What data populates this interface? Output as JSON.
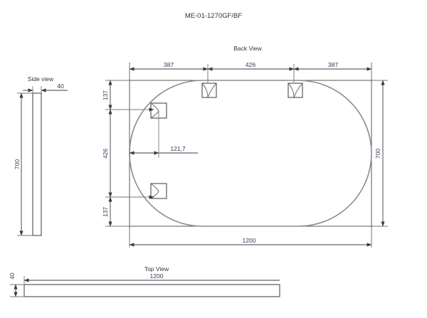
{
  "document": {
    "title": "ME-01-1270GF/BF"
  },
  "views": {
    "side": {
      "label": "Side view",
      "thickness": "40",
      "height": "700"
    },
    "back": {
      "label": "Back View",
      "top_segments": [
        "387",
        "426",
        "387"
      ],
      "left_segments": [
        "137",
        "426",
        "137"
      ],
      "bracket_offset": "121,7",
      "overall_width": "1200",
      "overall_height": "700"
    },
    "top": {
      "label": "Top View",
      "length": "1200",
      "thickness": "40"
    }
  },
  "colors": {
    "outline": "#8d8d8d",
    "dimension_text": "#2b3a5c",
    "dimension_line": "#3c3c3c",
    "label_text": "#33333f",
    "background": "#ffffff"
  },
  "icons": {
    "arrow": "dimension-arrow",
    "bracket": "mounting-bracket"
  }
}
